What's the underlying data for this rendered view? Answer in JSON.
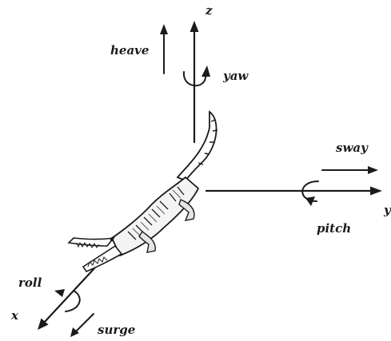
{
  "labels": {
    "z": "z",
    "heave": "heave",
    "yaw": "yaw",
    "sway": "sway",
    "y": "y",
    "pitch": "pitch",
    "roll": "roll",
    "x": "x",
    "surge": "surge"
  },
  "icons": {
    "subject": "crocodile-icon"
  },
  "colors": {
    "ink": "#1b1b1b",
    "background": "#ffffff"
  }
}
